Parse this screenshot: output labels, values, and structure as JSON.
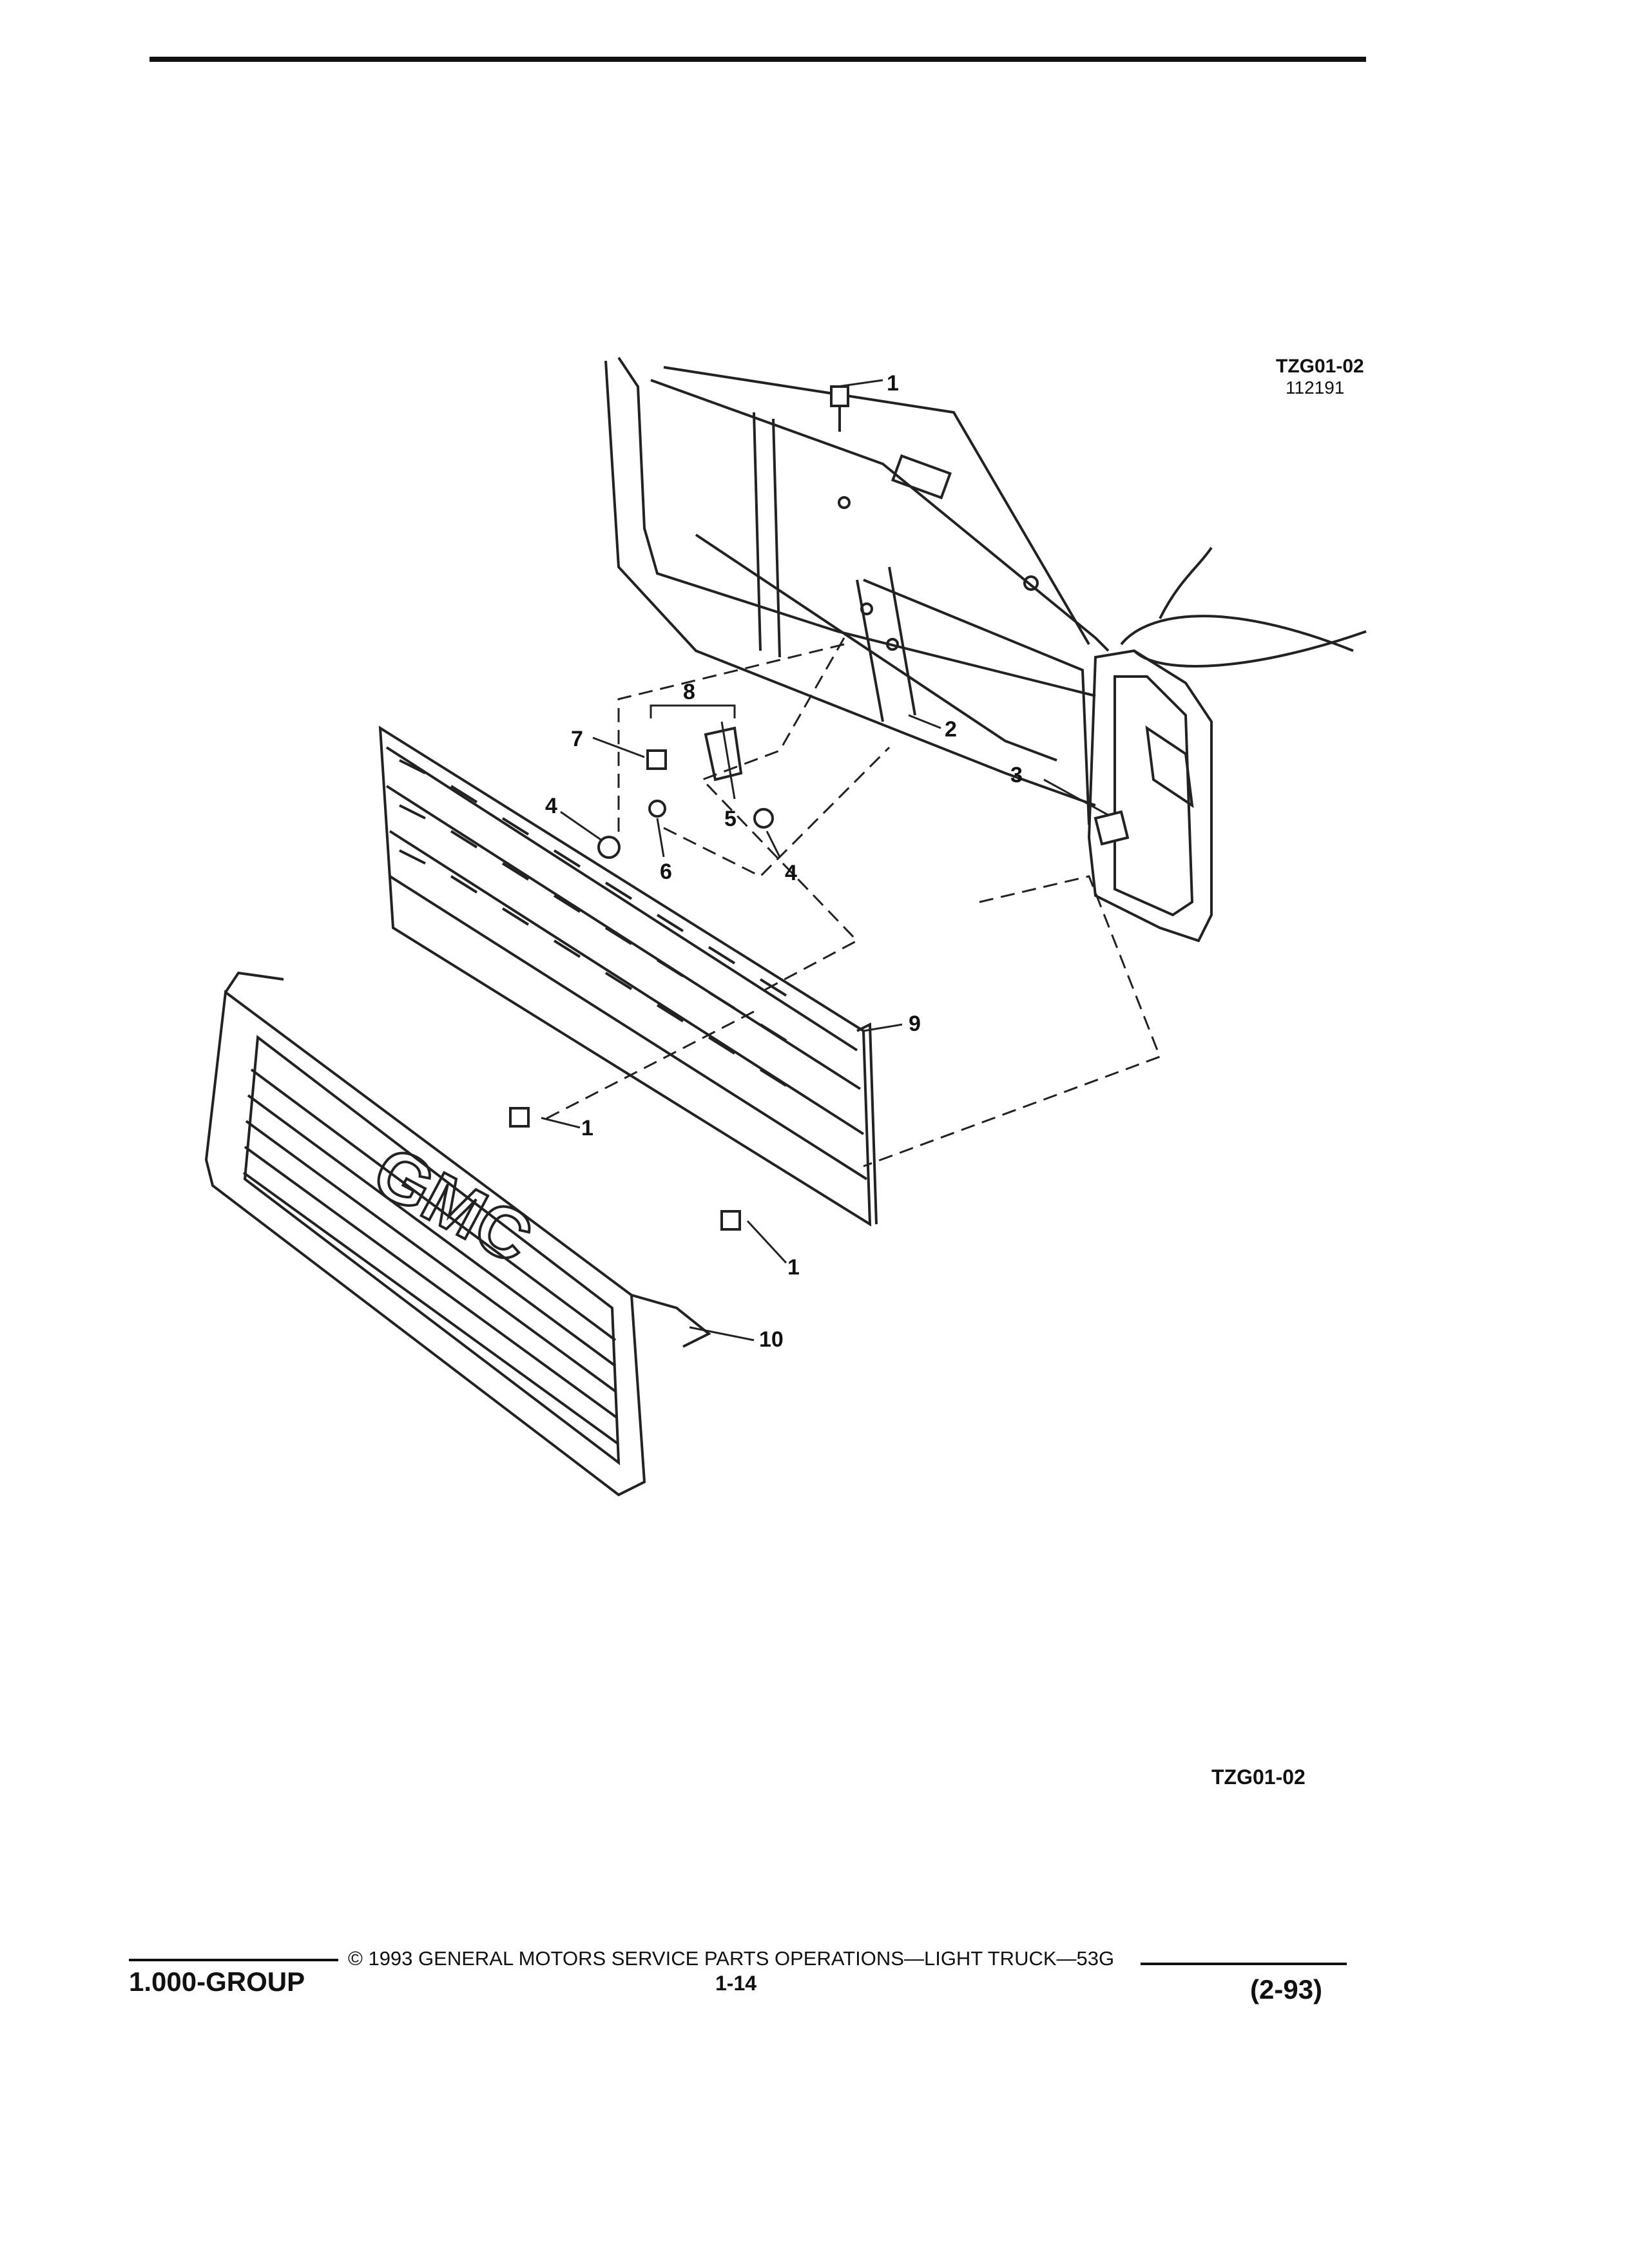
{
  "figure": {
    "code_top": "TZG01-02",
    "date_code": "112191",
    "code_bottom": "TZG01-02",
    "callouts": [
      "1",
      "2",
      "3",
      "4",
      "5",
      "6",
      "7",
      "8",
      "9",
      "10"
    ]
  },
  "footer": {
    "group": "1.000-GROUP",
    "copyright": "© 1993 GENERAL MOTORS SERVICE PARTS OPERATIONS—LIGHT TRUCK—53G",
    "page": "1-14",
    "revision": "(2-93)"
  },
  "logo": {
    "grille_emblem": "GMC"
  }
}
